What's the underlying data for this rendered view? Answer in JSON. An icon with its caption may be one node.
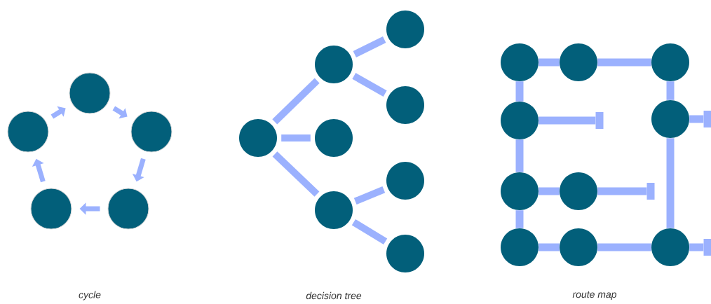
{
  "diagram": {
    "nodes": [
      {
        "text": [],
        "shape": "circle"
      },
      {
        "text": [],
        "shape": "circle"
      },
      {
        "text": [],
        "shape": "circle"
      },
      {
        "text": [],
        "shape": "circle"
      },
      {
        "text": [],
        "shape": "circle"
      },
      {
        "text": [],
        "shape": "circle"
      },
      {
        "text": [],
        "shape": "circle"
      },
      {
        "text": [],
        "shape": "circle"
      },
      {
        "text": [],
        "shape": "circle"
      },
      {
        "text": [],
        "shape": "circle"
      },
      {
        "text": [],
        "shape": "circle"
      },
      {
        "text": [],
        "shape": "circle"
      },
      {
        "text": [],
        "shape": "circle"
      },
      {
        "text": [],
        "shape": "circle"
      },
      {
        "text": [],
        "shape": "circle"
      },
      {
        "text": [],
        "shape": "circle"
      },
      {
        "text": [],
        "shape": "circle"
      },
      {
        "text": [],
        "shape": "circle"
      },
      {
        "text": [],
        "shape": "circle"
      },
      {
        "text": [],
        "shape": "circle"
      },
      {
        "text": [],
        "shape": "circle"
      },
      {
        "text": [],
        "shape": "circle"
      },
      {
        "text": [],
        "shape": "circle"
      },
      {
        "text": [],
        "shape": "bar"
      },
      {
        "text": [],
        "shape": "bar"
      },
      {
        "text": [],
        "shape": "bar"
      },
      {
        "text": [],
        "shape": "bar"
      }
    ],
    "edges": [
      {
        "from": 0,
        "to": 2,
        "arrow": "to"
      },
      {
        "from": 2,
        "to": 4,
        "arrow": "to"
      },
      {
        "from": 4,
        "to": 3,
        "arrow": "to"
      },
      {
        "from": 3,
        "to": 1,
        "arrow": "to"
      },
      {
        "from": 1,
        "to": 0,
        "arrow": "to"
      },
      {
        "from": 5,
        "to": 6,
        "arrow": "none"
      },
      {
        "from": 5,
        "to": 7,
        "arrow": "none"
      },
      {
        "from": 5,
        "to": 8,
        "arrow": "none"
      },
      {
        "from": 6,
        "to": 9,
        "arrow": "none"
      },
      {
        "from": 6,
        "to": 10,
        "arrow": "none"
      },
      {
        "from": 8,
        "to": 11,
        "arrow": "none"
      },
      {
        "from": 8,
        "to": 12,
        "arrow": "none"
      },
      {
        "from": 13,
        "to": 14,
        "arrow": "none"
      },
      {
        "from": 14,
        "to": 15,
        "arrow": "none"
      },
      {
        "from": 13,
        "to": 16,
        "arrow": "none"
      },
      {
        "from": 16,
        "to": 18,
        "arrow": "none"
      },
      {
        "from": 18,
        "to": 20,
        "arrow": "none"
      },
      {
        "from": 18,
        "to": 19,
        "arrow": "none"
      },
      {
        "from": 20,
        "to": 21,
        "arrow": "none"
      },
      {
        "from": 21,
        "to": 22,
        "arrow": "none"
      },
      {
        "from": 15,
        "to": 17,
        "arrow": "none"
      },
      {
        "from": 17,
        "to": 22,
        "arrow": "none"
      },
      {
        "from": 16,
        "to": 23,
        "arrow": "none"
      },
      {
        "from": 19,
        "to": 24,
        "arrow": "none"
      },
      {
        "from": 17,
        "to": 25,
        "arrow": "none"
      },
      {
        "from": 22,
        "to": 26,
        "arrow": "none"
      }
    ],
    "labels": [
      "cycle",
      "decision tree",
      "route map"
    ]
  }
}
